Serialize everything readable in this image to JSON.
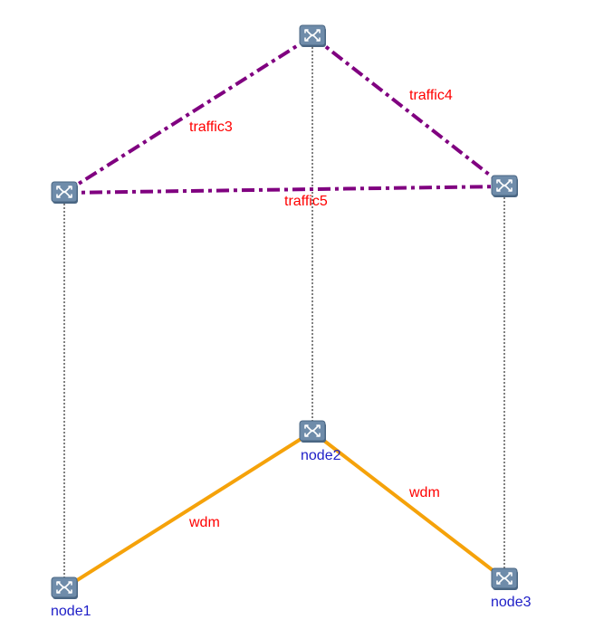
{
  "colors": {
    "traffic_link": "#800080",
    "wdm_link": "#f5a20a",
    "vertical_connector": "#000000",
    "link_label": "#ff0000",
    "node_label": "#2020c8",
    "switch_fill": "#6f8caa",
    "switch_border": "#4a6683",
    "switch_glyph": "#ffffff"
  },
  "icons": {
    "switch": "switch-icon"
  },
  "top_layer": {
    "switches": [
      {
        "id": "top-left"
      },
      {
        "id": "top-center"
      },
      {
        "id": "top-right"
      }
    ],
    "links": [
      {
        "id": "traffic3",
        "from": "top-left",
        "to": "top-center",
        "label": "traffic3"
      },
      {
        "id": "traffic4",
        "from": "top-center",
        "to": "top-right",
        "label": "traffic4"
      },
      {
        "id": "traffic5",
        "from": "top-left",
        "to": "top-right",
        "label": "traffic5"
      }
    ]
  },
  "bottom_layer": {
    "nodes": [
      {
        "id": "node1",
        "label": "node1"
      },
      {
        "id": "node2",
        "label": "node2"
      },
      {
        "id": "node3",
        "label": "node3"
      }
    ],
    "links": [
      {
        "id": "wdm-1",
        "from": "node1",
        "to": "node2",
        "label": "wdm"
      },
      {
        "id": "wdm-2",
        "from": "node2",
        "to": "node3",
        "label": "wdm"
      }
    ]
  },
  "vertical_connectors": [
    {
      "from": "top-left",
      "to": "node1"
    },
    {
      "from": "top-center",
      "to": "node2"
    },
    {
      "from": "top-right",
      "to": "node3"
    }
  ]
}
